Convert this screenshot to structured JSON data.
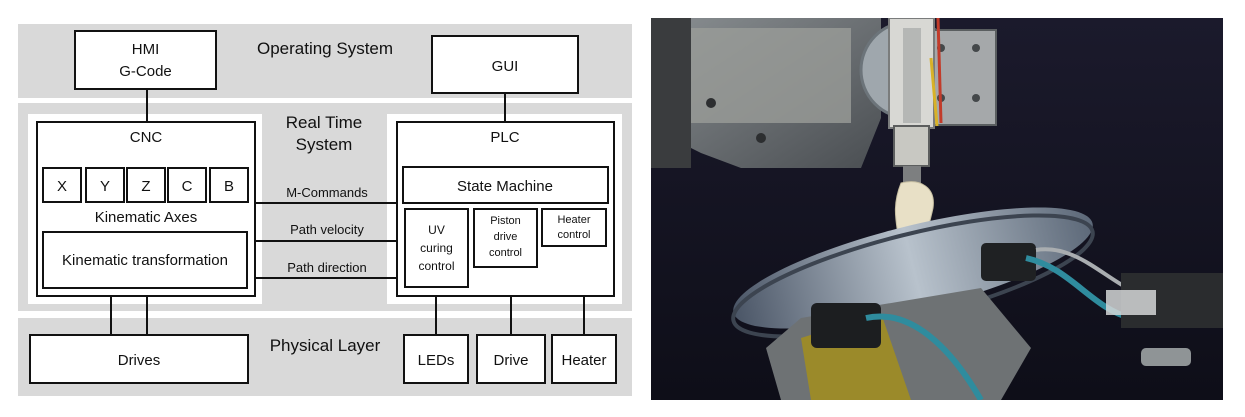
{
  "layers": {
    "operating_system": "Operating System",
    "real_time_system": [
      "Real Time",
      "System"
    ],
    "physical_layer": "Physical Layer"
  },
  "blocks": {
    "hmi": [
      "HMI",
      "G-Code"
    ],
    "gui": "GUI",
    "cnc": "CNC",
    "axes": [
      "X",
      "Y",
      "Z",
      "C",
      "B"
    ],
    "kinematic_axes": "Kinematic Axes",
    "kinematic_transformation": "Kinematic transformation",
    "plc": "PLC",
    "state_machine": "State Machine",
    "uv_curing_control": [
      "UV",
      "curing",
      "control"
    ],
    "piston_drive_control": [
      "Piston",
      "drive",
      "control"
    ],
    "heater_control": [
      "Heater",
      "control"
    ],
    "drives": "Drives",
    "leds": "LEDs",
    "drive": "Drive",
    "heater": "Heater"
  },
  "signals": {
    "m_commands": "M-Commands",
    "path_velocity": "Path velocity",
    "path_direction": "Path direction"
  },
  "colors": {
    "layer_band": "#d9d9d9",
    "photo_background": "#161626"
  }
}
